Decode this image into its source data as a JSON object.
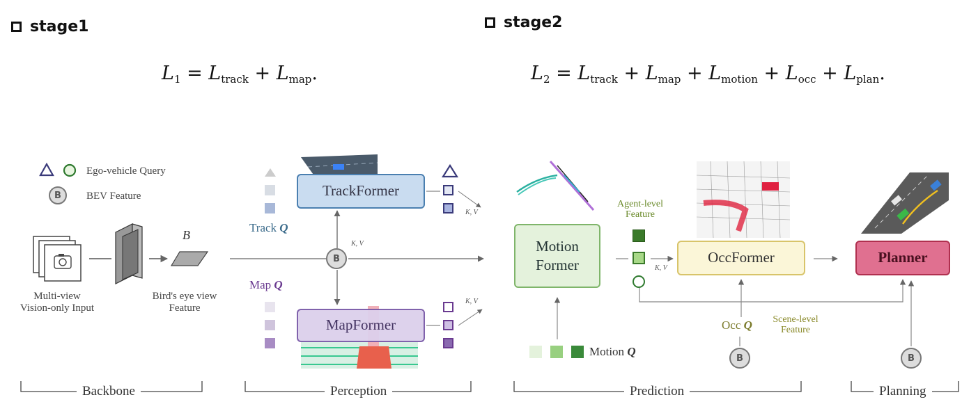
{
  "stages": [
    {
      "title": "stage1"
    },
    {
      "title": "stage2"
    }
  ],
  "formula1": {
    "lhs": "L",
    "lhs_sub": "1",
    "terms": [
      {
        "sym": "L",
        "sub": "track"
      },
      {
        "sym": "L",
        "sub": "map"
      }
    ],
    "end": "."
  },
  "formula2": {
    "lhs": "L",
    "lhs_sub": "2",
    "terms": [
      {
        "sym": "L",
        "sub": "track"
      },
      {
        "sym": "L",
        "sub": "map"
      },
      {
        "sym": "L",
        "sub": "motion"
      },
      {
        "sym": "L",
        "sub": "occ"
      },
      {
        "sym": "L",
        "sub": "plan"
      }
    ],
    "end": "."
  },
  "legend": {
    "ego_query": "Ego-vehicle Query",
    "bev_feature": "BEV Feature",
    "b_symbol": "B"
  },
  "backbone": {
    "input_line1": "Multi-view",
    "input_line2": "Vision-only Input",
    "bev_symbol": "B",
    "bev_line1": "Bird's eye view",
    "bev_line2": "Feature"
  },
  "modules": {
    "trackformer": "TrackFormer",
    "mapformer": "MapFormer",
    "motionformer_line1": "Motion",
    "motionformer_line2": "Former",
    "occformer": "OccFormer",
    "planner": "Planner"
  },
  "queries": {
    "track": {
      "name": "Track",
      "sym": "Q"
    },
    "map": {
      "name": "Map",
      "sym": "Q"
    },
    "motion": {
      "name": "Motion",
      "sym": "Q"
    },
    "occ": {
      "name": "Occ",
      "sym": "Q"
    }
  },
  "annotations": {
    "kv": "K, V",
    "agent_line1": "Agent-level",
    "agent_line2": "Feature",
    "scene_line1": "Scene-level",
    "scene_line2": "Feature"
  },
  "sections": [
    "Backbone",
    "Perception",
    "Prediction",
    "Planning"
  ],
  "colors": {
    "trackformer_fill": "#c9dcf0",
    "trackformer_border": "#4a7fb0",
    "mapformer_fill": "#dcd0ec",
    "mapformer_border": "#7a5aa8",
    "motion_fill": "#e4f2dc",
    "motion_border": "#7fb56a",
    "occ_fill": "#fbf6d8",
    "occ_border": "#d8c46a",
    "planner_fill": "#e07090",
    "planner_border": "#b0304f",
    "track_query": "#3a3a7a",
    "map_query": "#6a3a90",
    "motion_query": "#2f7a2f"
  }
}
